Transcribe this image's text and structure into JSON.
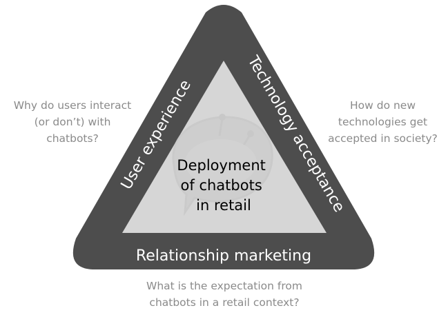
{
  "diagram": {
    "colors": {
      "outer_triangle": "#4d4d4d",
      "inner_triangle": "#d6d6d6",
      "side_label_text": "#ffffff",
      "center_text": "#000000",
      "question_text": "#8a8a8a"
    },
    "center": {
      "lines": [
        "Deployment",
        "of chatbots",
        "in retail"
      ],
      "watermark_icon": "chatbot-speech-bubble-icon"
    },
    "sides": {
      "left": "User experience",
      "right": "Technology acceptance",
      "bottom": "Relationship marketing"
    },
    "questions": {
      "left": [
        "Why do users interact",
        "(or don’t) with",
        "chatbots?"
      ],
      "right": [
        "How do new",
        "technologies get",
        "accepted in society?"
      ],
      "bottom": [
        "What is the expectation from",
        "chatbots in a retail context?"
      ]
    }
  }
}
